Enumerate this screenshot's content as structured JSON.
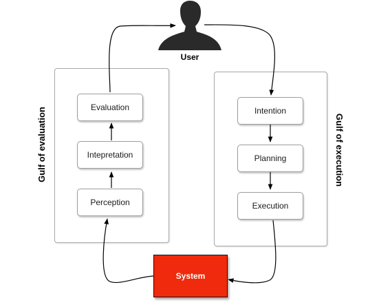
{
  "user": {
    "label": "User",
    "icon": "user-silhouette-icon"
  },
  "system": {
    "label": "System",
    "color": "#f02a0c"
  },
  "gulf_evaluation": {
    "title": "Gulf of evaluation",
    "nodes": [
      "Evaluation",
      "Intepretation",
      "Perception"
    ]
  },
  "gulf_execution": {
    "title": "Gulf of execution",
    "nodes": [
      "Intention",
      "Planning",
      "Execution"
    ]
  }
}
